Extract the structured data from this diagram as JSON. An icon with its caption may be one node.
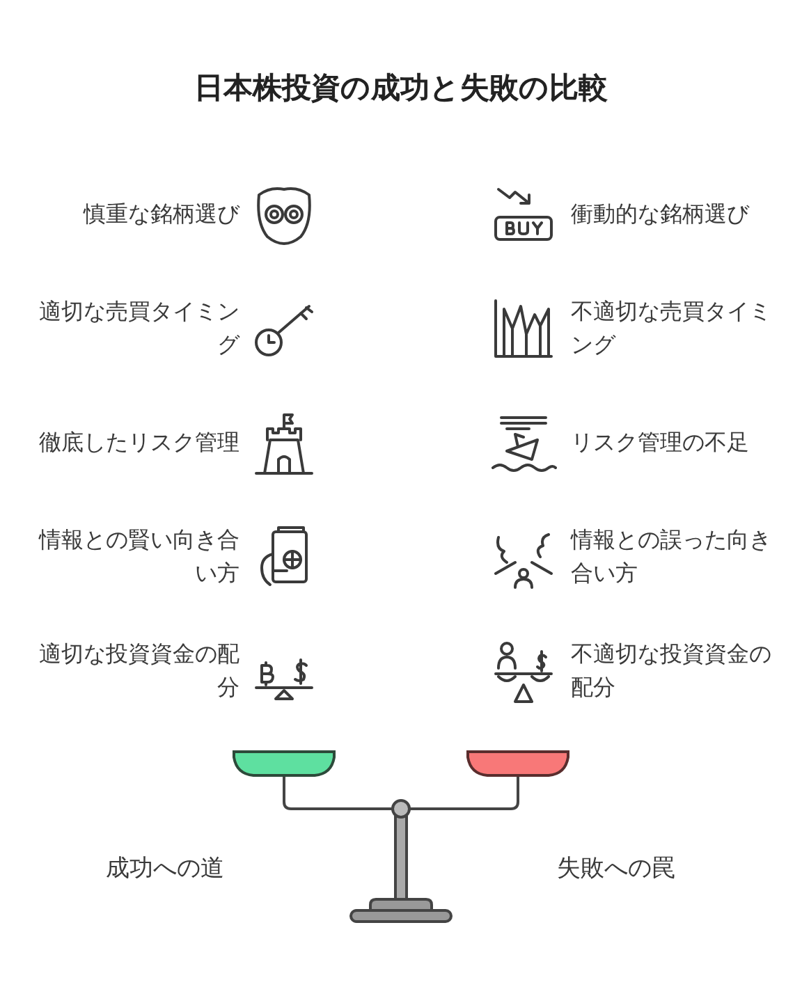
{
  "diagram": {
    "title": "日本株投資の成功と失敗の比較",
    "labels": [
      "慎重な銘柄選び",
      "衝動的な銘柄選び",
      "適切な売買タイミング",
      "不適切な売買タイミング",
      "徹底したリスク管理",
      "リスク管理の不足",
      "情報との賢い向き合い方",
      "情報との誤った向き合い方",
      "適切な投資資金の配分",
      "不適切な投資資金の配分",
      "成功への道",
      "失敗への罠"
    ]
  }
}
